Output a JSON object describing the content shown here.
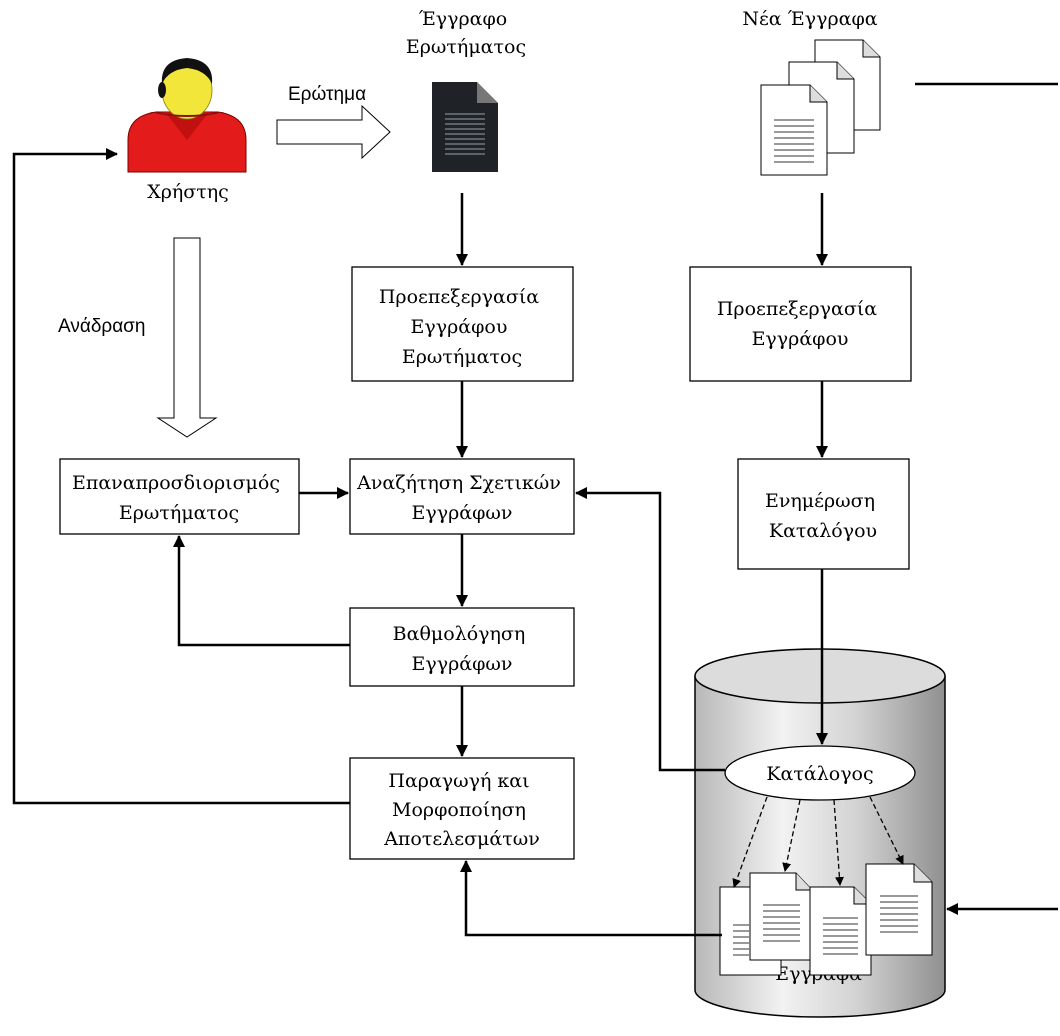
{
  "labels": {
    "query_doc": [
      "Έγγραφο",
      "Ερωτήματος"
    ],
    "new_docs": "Νέα Έγγραφα",
    "query": "Ερώτημα",
    "user": "Χρήστης",
    "feedback": "Ανάδραση",
    "documents": "Έγγραφα",
    "catalog": "Κατάλογος"
  },
  "boxes": {
    "preprocess_query": [
      "Προεπεξεργασία",
      "Εγγράφου",
      "Ερωτήματος"
    ],
    "preprocess_doc": [
      "Προεπεξεργασία",
      "Εγγράφου"
    ],
    "search": [
      "Αναζήτηση Σχετικών",
      "Εγγράφων"
    ],
    "reformulate": [
      "Επαναπροσδιορισμός",
      "Ερωτήματος"
    ],
    "update_catalog": [
      "Ενημέρωση",
      "Καταλόγου"
    ],
    "ranking": [
      "Βαθμολόγηση",
      "Εγγράφων"
    ],
    "results": [
      "Παραγωγή και",
      "Μορφοποίηση",
      "Αποτελεσμάτων"
    ]
  }
}
